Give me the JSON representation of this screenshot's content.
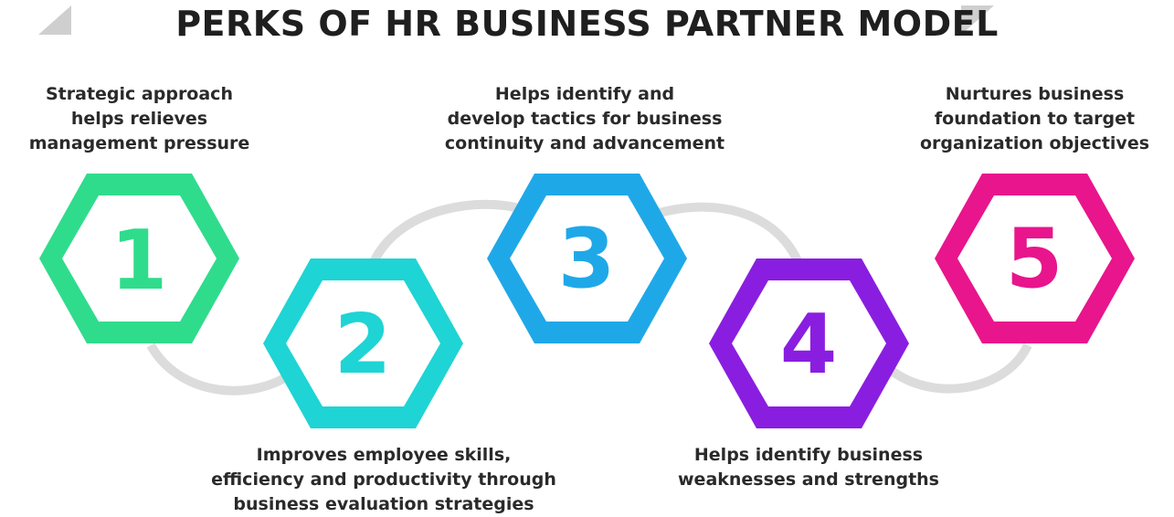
{
  "title": "PERKS OF HR BUSINESS PARTNER MODEL",
  "colors": {
    "ring": "#dcdcdc",
    "title_triangle": "#cfcfcf",
    "step1": "#2fdc8c",
    "step2": "#1fd4d4",
    "step3": "#1fa8e8",
    "step4": "#8a1ee0",
    "step5": "#e8158c"
  },
  "steps": [
    {
      "number": "1",
      "lines": [
        "Strategic approach",
        "helps relieves",
        "management pressure"
      ]
    },
    {
      "number": "2",
      "lines": [
        "Improves employee skills,",
        "efficiency and productivity through",
        "business evaluation strategies"
      ]
    },
    {
      "number": "3",
      "lines": [
        "Helps identify and",
        "develop tactics for business",
        "continuity and advancement"
      ]
    },
    {
      "number": "4",
      "lines": [
        "Helps identify business",
        "weaknesses and strengths"
      ]
    },
    {
      "number": "5",
      "lines": [
        "Nurtures business",
        "foundation to target",
        "organization objectives"
      ]
    }
  ]
}
